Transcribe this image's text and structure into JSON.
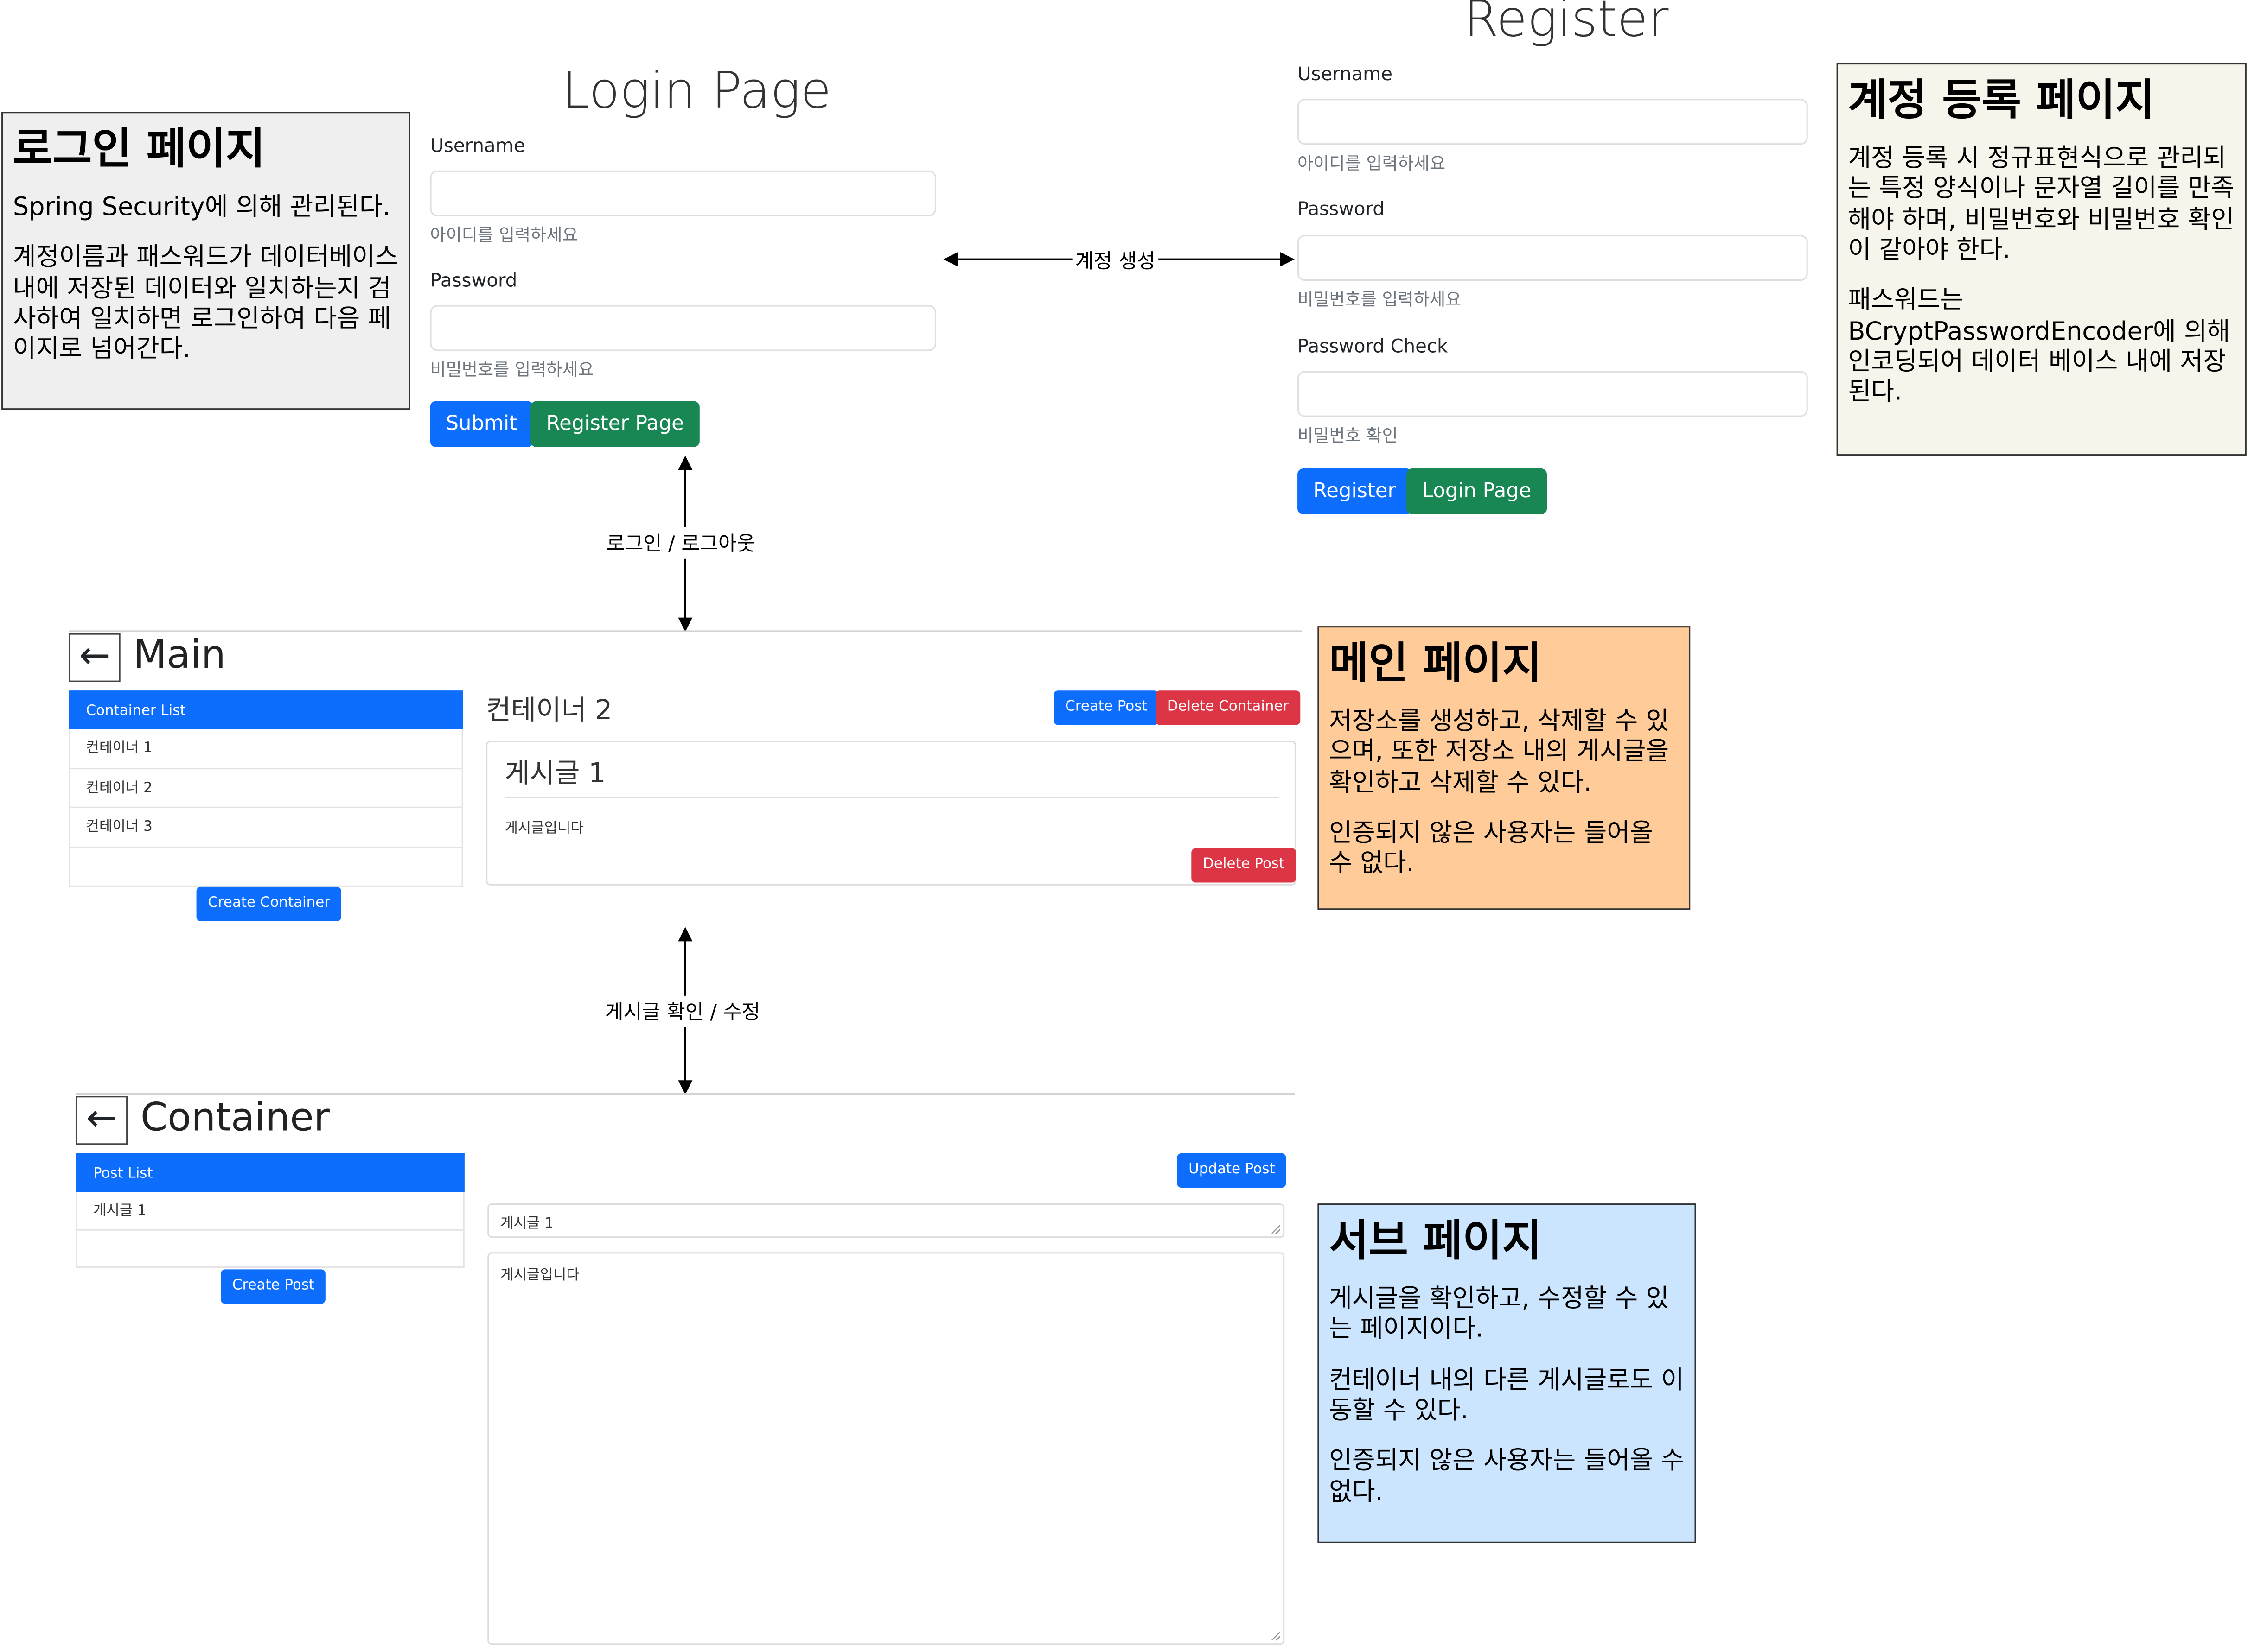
{
  "login": {
    "title": "Login Page",
    "username_label": "Username",
    "username_help": "아이디를 입력하세요",
    "password_label": "Password",
    "password_help": "비밀번호를 입력하세요",
    "submit_button": "Submit",
    "register_page_button": "Register Page"
  },
  "register": {
    "title": "Register",
    "username_label": "Username",
    "username_help": "아이디를 입력하세요",
    "password_label": "Password",
    "password_help": "비밀번호를 입력하세요",
    "password_check_label": "Password Check",
    "password_check_help": "비밀번호 확인",
    "register_button": "Register",
    "login_page_button": "Login Page"
  },
  "notes": {
    "login": {
      "title": "로그인 페이지",
      "paragraphs": [
        "Spring Security에 의해 관리된다.",
        "계정이름과 패스워드가 데이터베이스 내에 저장된 데이터와 일치하는지 검사하여 일치하면 로그인하여 다음 페이지로 넘어간다."
      ],
      "color": "#efefef"
    },
    "register": {
      "title": "계정 등록 페이지",
      "paragraphs": [
        "계정 등록 시 정규표현식으로 관리되는 특정 양식이나 문자열 길이를 만족해야 하며, 비밀번호와 비밀번호 확인이 같아야 한다.",
        "패스워드는 BCryptPasswordEncoder에 의해 인코딩되어 데이터 베이스 내에 저장된다."
      ],
      "color": "#f7f4ec"
    },
    "main": {
      "title": "메인 페이지",
      "paragraphs": [
        "저장소를 생성하고, 삭제할 수 있으며, 또한 저장소 내의 게시글을 확인하고 삭제할 수 있다.",
        "인증되지 않은 사용자는 들어올 수 없다."
      ],
      "color": "#ffcc99"
    },
    "sub": {
      "title": "서브 페이지",
      "paragraphs": [
        "게시글을 확인하고, 수정할 수 있는 페이지이다.",
        "컨테이너 내의 다른 게시글로도 이동할 수 있다.",
        "인증되지 않은 사용자는 들어올 수 없다."
      ],
      "color": "#cce5ff"
    }
  },
  "edges": {
    "account_create": "계정 생성",
    "login_logout": "로그인 / 로그아웃",
    "post_view_edit": "게시글 확인 / 수정"
  },
  "main": {
    "back_icon": "←",
    "title": "Main",
    "list_header": "Container List",
    "containers": [
      "컨테이너 1",
      "컨테이너 2",
      "컨테이너 3"
    ],
    "create_container_button": "Create Container",
    "selected_container": "컨테이너 2",
    "create_post_button": "Create Post",
    "delete_container_button": "Delete Container",
    "post_title": "게시글 1",
    "post_body": "게시글입니다",
    "delete_post_button": "Delete Post"
  },
  "container": {
    "back_icon": "←",
    "title": "Container",
    "list_header": "Post List",
    "posts": [
      "게시글 1"
    ],
    "create_post_button": "Create Post",
    "update_post_button": "Update Post",
    "title_value": "게시글 1",
    "body_value": "게시글입니다"
  },
  "colors": {
    "primary": "#0d6efd",
    "success": "#198754",
    "danger": "#dc3545"
  }
}
